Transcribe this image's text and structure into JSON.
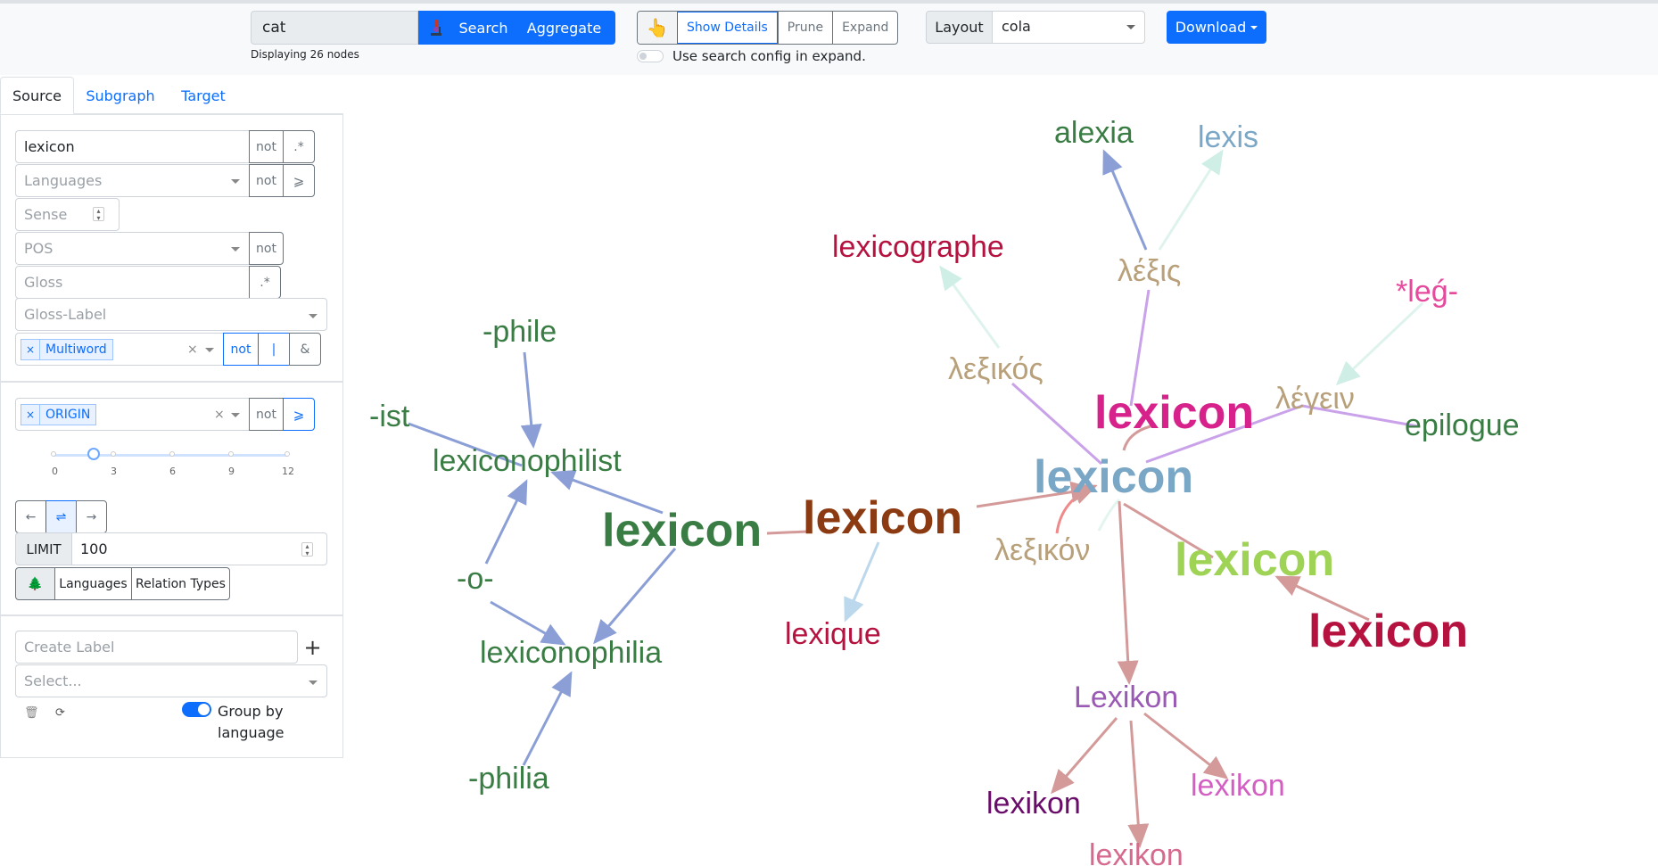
{
  "toolbar": {
    "search_value": "cat",
    "search_icon": "microscope-icon",
    "search_label": "Search",
    "aggregate_label": "Aggregate",
    "status_text": "Displaying 26 nodes",
    "pointer_icon": "pointing-hand-icon",
    "show_details_label": "Show Details",
    "prune_label": "Prune",
    "expand_label": "Expand",
    "expand_toggle_label": "Use search config in expand.",
    "layout_label": "Layout",
    "layout_value": "cola",
    "download_label": "Download"
  },
  "tabs": [
    {
      "label": "Source",
      "active": true
    },
    {
      "label": "Subgraph",
      "active": false
    },
    {
      "label": "Target",
      "active": false
    }
  ],
  "source_panel": {
    "term_value": "lexicon",
    "not_label": "not",
    "regex_label": ".*",
    "languages_placeholder": "Languages",
    "gte_label": "⩾",
    "sense_placeholder": "Sense",
    "pos_placeholder": "POS",
    "gloss_placeholder": "Gloss",
    "gloss_label_placeholder": "Gloss-Label",
    "tag_value": "Multiword",
    "or_label": "|",
    "and_label": "&"
  },
  "relation_panel": {
    "tag_value": "ORIGIN",
    "not_label": "not",
    "gte_label": "⩾",
    "slider_value": 1,
    "slider_ticks": [
      "0",
      "3",
      "6",
      "9",
      "12"
    ],
    "dir_left": "←",
    "dir_both": "⇌",
    "dir_right": "→",
    "limit_label": "LIMIT",
    "limit_value": "100",
    "tree_icon": "🌲",
    "languages_label": "Languages",
    "relation_types_label": "Relation Types"
  },
  "label_panel": {
    "create_label_placeholder": "Create Label",
    "add_label": "+",
    "select_placeholder": "Select...",
    "trash_icon": "🗑",
    "refresh_icon": "⟳",
    "group_by_label_1": "Group by",
    "group_by_label_2": "language",
    "group_by_checked": true
  },
  "graph": {
    "nodes": [
      {
        "id": "n1",
        "label": "alexia",
        "color": "#3a7d44"
      },
      {
        "id": "n2",
        "label": "lexis",
        "color": "#7ba7c7"
      },
      {
        "id": "n3",
        "label": "lexicographe",
        "color": "#b5123f"
      },
      {
        "id": "n4",
        "label": "λέξις",
        "color": "#b8a07a"
      },
      {
        "id": "n5",
        "label": "*leǵ-",
        "color": "#e64a9c"
      },
      {
        "id": "n6",
        "label": "-phile",
        "color": "#3a7d44"
      },
      {
        "id": "n7",
        "label": "λεξικός",
        "color": "#b8a07a"
      },
      {
        "id": "n8",
        "label": "lexicon",
        "color": "#d6228a"
      },
      {
        "id": "n9",
        "label": "λέγειν",
        "color": "#b8a07a"
      },
      {
        "id": "n10",
        "label": "epilogue",
        "color": "#3a7d44"
      },
      {
        "id": "n11",
        "label": "-ist",
        "color": "#3a7d44"
      },
      {
        "id": "n12",
        "label": "lexicon",
        "color": "#7ba7c7"
      },
      {
        "id": "n13",
        "label": "lexiconophilist",
        "color": "#3a7d44"
      },
      {
        "id": "n14",
        "label": "lexicon",
        "color": "#8b3a12"
      },
      {
        "id": "n15",
        "label": "lexicon",
        "color": "#3a7d44"
      },
      {
        "id": "n16",
        "label": "λεξικόν",
        "color": "#b8a07a"
      },
      {
        "id": "n17",
        "label": "lexicon",
        "color": "#9fd356"
      },
      {
        "id": "n18",
        "label": "-o-",
        "color": "#3a7d44"
      },
      {
        "id": "n19",
        "label": "lexique",
        "color": "#b5123f"
      },
      {
        "id": "n20",
        "label": "lexicon",
        "color": "#b5123f"
      },
      {
        "id": "n21",
        "label": "lexiconophilia",
        "color": "#3a7d44"
      },
      {
        "id": "n22",
        "label": "Lexikon",
        "color": "#9b59b6"
      },
      {
        "id": "n23",
        "label": "-philia",
        "color": "#3a7d44"
      },
      {
        "id": "n24",
        "label": "lexikon",
        "color": "#6a0d6a"
      },
      {
        "id": "n25",
        "label": "lexikon",
        "color": "#d35fc3"
      },
      {
        "id": "n26",
        "label": "lexikon",
        "color": "#d66a8c"
      }
    ]
  }
}
